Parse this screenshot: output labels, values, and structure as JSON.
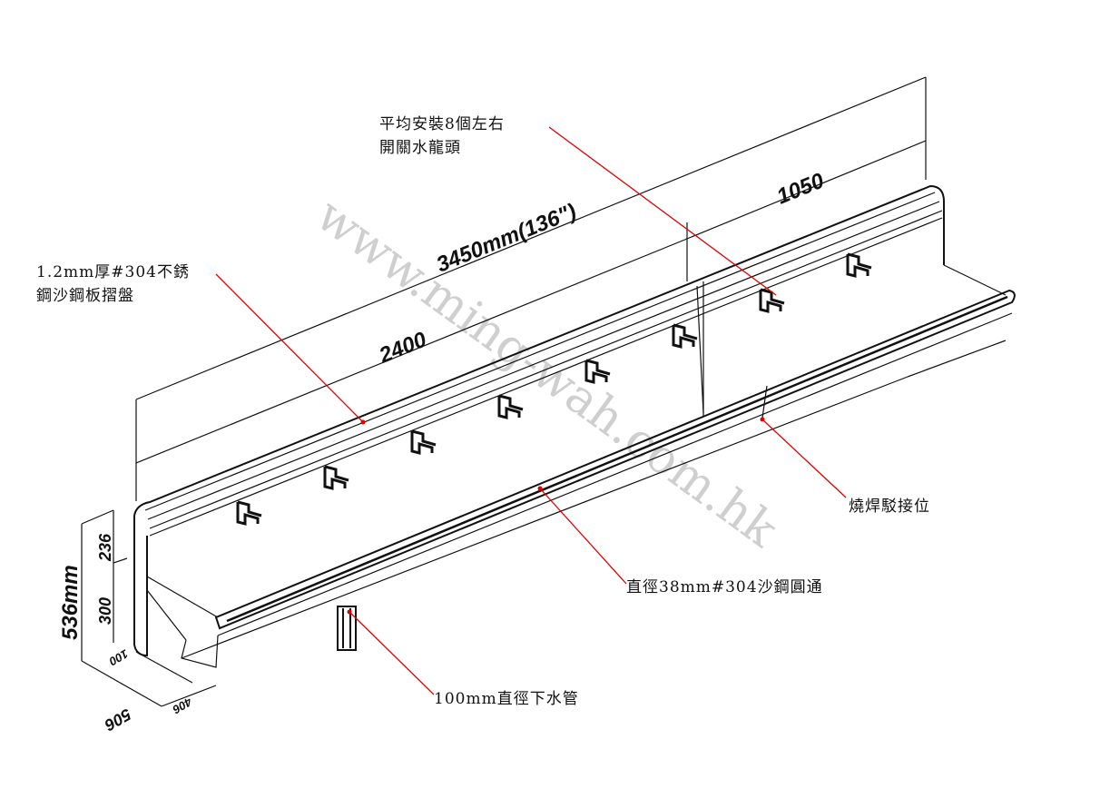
{
  "labels": {
    "faucets_line1": "平均安裝8個左右",
    "faucets_line2": "開關水龍頭",
    "tray_line1": "1.2mm厚#304不銹",
    "tray_line2": "鋼沙鋼板摺盤",
    "weld": "燒焊駁接位",
    "tube": "直徑38mm#304沙鋼圓通",
    "drain": "100mm直徑下水管"
  },
  "dimensions": {
    "total_length": "3450mm(136\")",
    "section_a": "2400",
    "section_b": "1050",
    "total_height": "536mm",
    "upper_height": "236",
    "lower_height": "300",
    "base_height": "100",
    "inner_depth": "406",
    "total_depth": "506"
  },
  "watermark": "www.ming-wah.com.hk",
  "faucet_count": 8,
  "colors": {
    "leader": "#e00000",
    "line": "#111111",
    "watermark": "#cfcfcf"
  }
}
